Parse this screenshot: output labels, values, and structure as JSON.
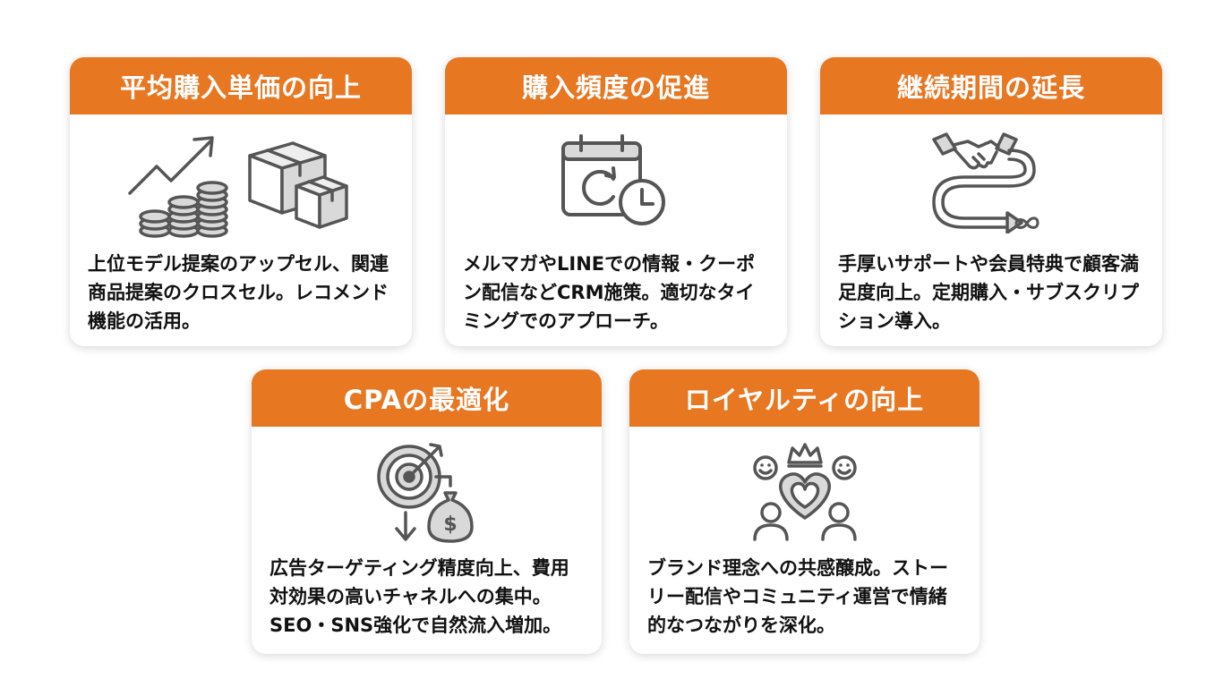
{
  "cards": [
    {
      "title": "平均購入単価の向上",
      "icon": "growth-coins-boxes-icon",
      "description": "上位モデル提案のアップセル、関連商品提案のクロスセル。レコメンド機能の活用。"
    },
    {
      "title": "購入頻度の促進",
      "icon": "calendar-repeat-clock-icon",
      "description": "メルマガやLINEでの情報・クーポン配信などCRM施策。適切なタイミングでのアプローチ。"
    },
    {
      "title": "継続期間の延長",
      "icon": "handshake-infinity-path-icon",
      "description": "手厚いサポートや会員特典で顧客満足度向上。定期購入・サブスクリプション導入。"
    },
    {
      "title": "CPAの最適化",
      "icon": "target-money-bag-icon",
      "description": "広告ターゲティング精度向上、費用対効果の高いチャネルへの集中。SEO・SNS強化で自然流入増加。"
    },
    {
      "title": "ロイヤルティの向上",
      "icon": "heart-crown-people-icon",
      "description": "ブランド理念への共感醸成。ストーリー配信やコミュニティ運営で情緒的なつながりを深化。"
    }
  ],
  "colors": {
    "header": "#e87722",
    "icon_stroke": "#555555",
    "icon_fill": "#d9d9d9"
  }
}
